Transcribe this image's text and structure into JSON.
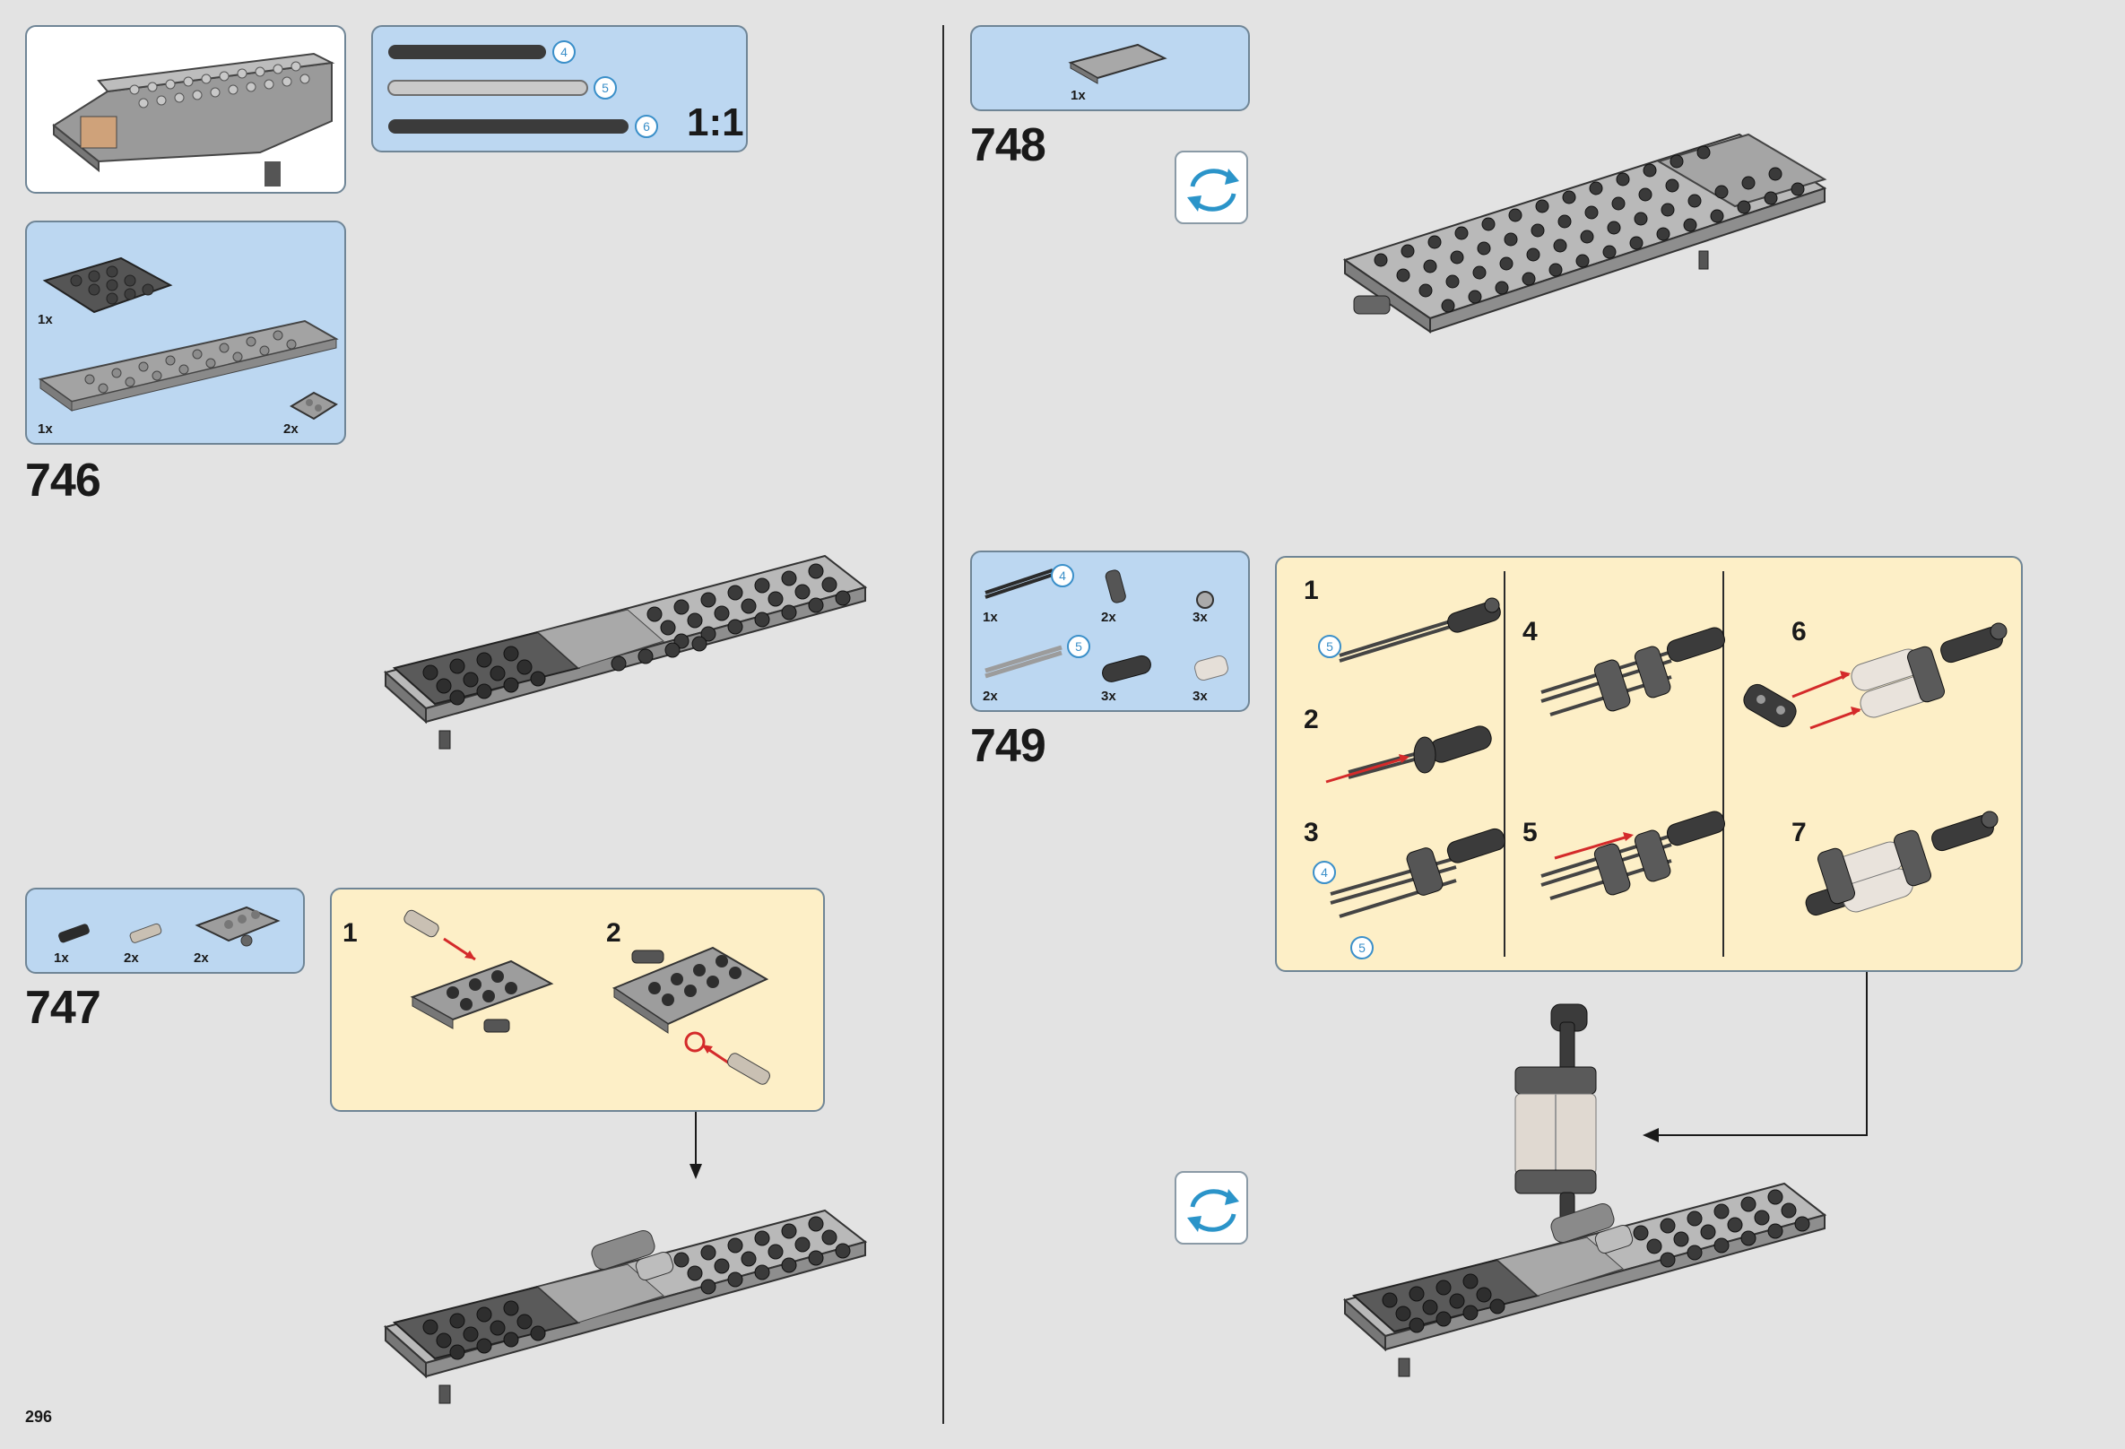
{
  "page": {
    "number": "296"
  },
  "steps": {
    "s746": {
      "number": "746",
      "parts": [
        "1x",
        "1x",
        "2x"
      ]
    },
    "s747": {
      "number": "747",
      "parts": [
        "1x",
        "2x",
        "2x"
      ],
      "substeps": [
        "1",
        "2"
      ]
    },
    "s748": {
      "number": "748",
      "parts": [
        "1x"
      ]
    },
    "s749": {
      "number": "749",
      "parts": [
        "1x",
        "2x",
        "3x",
        "2x",
        "3x",
        "3x"
      ],
      "part_callouts": [
        "4",
        "5"
      ],
      "substeps": [
        "1",
        "2",
        "3",
        "4",
        "5",
        "6",
        "7"
      ],
      "substep_callouts": [
        "5",
        "4",
        "5"
      ]
    }
  },
  "ruler": {
    "labels": [
      "4",
      "5",
      "6"
    ],
    "scale": "1:1"
  },
  "colors": {
    "panel_blue": "#bcd7f1",
    "panel_yellow": "#fdefc7",
    "callout": "#3a8fc9",
    "arrow_red": "#d42a2a"
  },
  "icons": [
    "rotate-icon",
    "arrow-icon"
  ]
}
